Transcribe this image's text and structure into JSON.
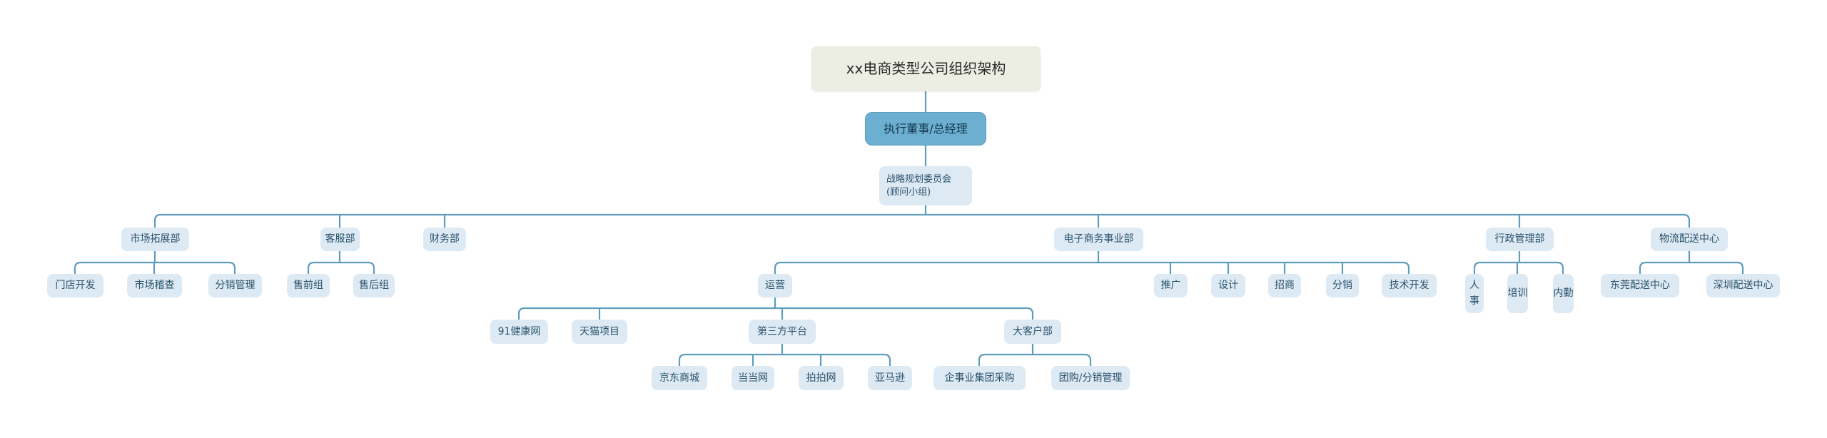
{
  "title": "xx电商类型公司组织架构",
  "colors": {
    "canvas_bg": "#ffffff",
    "root_fill": "#ecede3",
    "root_text": "#2b2b2b",
    "exec_fill": "#6cafd0",
    "exec_text": "#113649",
    "node_fill": "#dde9f3",
    "node_text": "#2a536d",
    "connector_line": "#5e9dbc"
  },
  "nodes": {
    "root": {
      "label": "xx电商类型公司组织架构"
    },
    "exec": {
      "label": "执行董事/总经理"
    },
    "committee": {
      "line1": "战略规划委员会",
      "line2": "(顾问小组)"
    },
    "market_dev": {
      "label": "市场拓展部"
    },
    "customer_service": {
      "label": "客服部"
    },
    "finance": {
      "label": "财务部"
    },
    "ecommerce": {
      "label": "电子商务事业部"
    },
    "admin": {
      "label": "行政管理部"
    },
    "logistics": {
      "label": "物流配送中心"
    },
    "store_dev": {
      "label": "门店开发"
    },
    "market_inspection": {
      "label": "市场稽查"
    },
    "distribution_mgmt": {
      "label": "分销管理"
    },
    "presale": {
      "label": "售前组"
    },
    "aftersale": {
      "label": "售后组"
    },
    "operations": {
      "label": "运营"
    },
    "promotion": {
      "label": "推广"
    },
    "design": {
      "label": "设计"
    },
    "merchant_recruit": {
      "label": "招商"
    },
    "distribution": {
      "label": "分销"
    },
    "tech_dev": {
      "label": "技术开发"
    },
    "hr": {
      "label": "人事"
    },
    "training": {
      "label": "培训"
    },
    "internal_affairs": {
      "label": "内勤"
    },
    "dongguan": {
      "label": "东莞配送中心"
    },
    "shenzhen": {
      "label": "深圳配送中心"
    },
    "health91": {
      "label": "91健康网"
    },
    "tmall": {
      "label": "天猫项目"
    },
    "third_party": {
      "label": "第三方平台"
    },
    "key_account": {
      "label": "大客户部"
    },
    "jd": {
      "label": "京东商城"
    },
    "dangdang": {
      "label": "当当网"
    },
    "paipai": {
      "label": "拍拍网"
    },
    "amazon": {
      "label": "亚马逊"
    },
    "group_procurement": {
      "label": "企事业集团采购"
    },
    "group_buy": {
      "label": "团购/分销管理"
    }
  }
}
